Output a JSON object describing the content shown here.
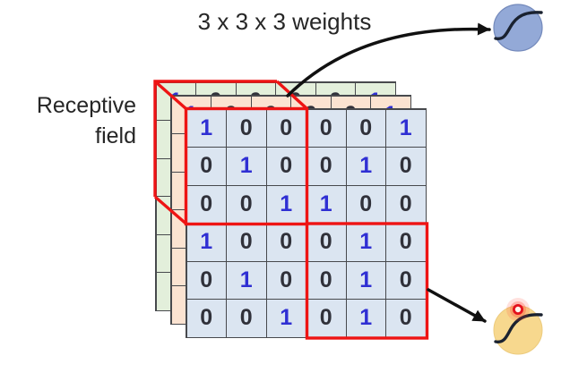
{
  "labels": {
    "weights": "3 x 3 x 3 weights",
    "receptive_field": "Receptive field"
  },
  "grid": {
    "rows": 6,
    "cols": 6,
    "matrix": [
      [
        1,
        0,
        0,
        0,
        0,
        1
      ],
      [
        0,
        1,
        0,
        0,
        1,
        0
      ],
      [
        0,
        0,
        1,
        1,
        0,
        0
      ],
      [
        1,
        0,
        0,
        0,
        1,
        0
      ],
      [
        0,
        1,
        0,
        0,
        1,
        0
      ],
      [
        0,
        0,
        1,
        0,
        1,
        0
      ]
    ],
    "layers": [
      {
        "name": "back-layer-green",
        "fill": "#e3efdb"
      },
      {
        "name": "middle-layer-orange",
        "fill": "#fbe3d1"
      },
      {
        "name": "front-layer-blue",
        "fill": "#dbe5f1"
      }
    ]
  },
  "icons": {
    "top_neuron": "sigmoid-activation-icon",
    "bottom_neuron": "sigmoid-activation-icon",
    "pointer": "laser-pointer-dot"
  },
  "colors": {
    "background": "#ffffff",
    "text": "#262626",
    "one_digit": "#2f2fd3",
    "zero_digit": "#30313a",
    "grid_line": "#47494d",
    "highlight_red": "#ee1414",
    "arrow_black": "#111111",
    "top_neuron_fill": "#93a9d7",
    "top_neuron_stroke": "#7389bb",
    "neuron_curve": "#1a2230",
    "bottom_neuron_fill": "#f7d88e",
    "bottom_neuron_stroke": "#eccb7d",
    "pointer_red": "#e3101c",
    "pointer_glow": "#ff4633",
    "pointer_center": "#fff3ea"
  }
}
